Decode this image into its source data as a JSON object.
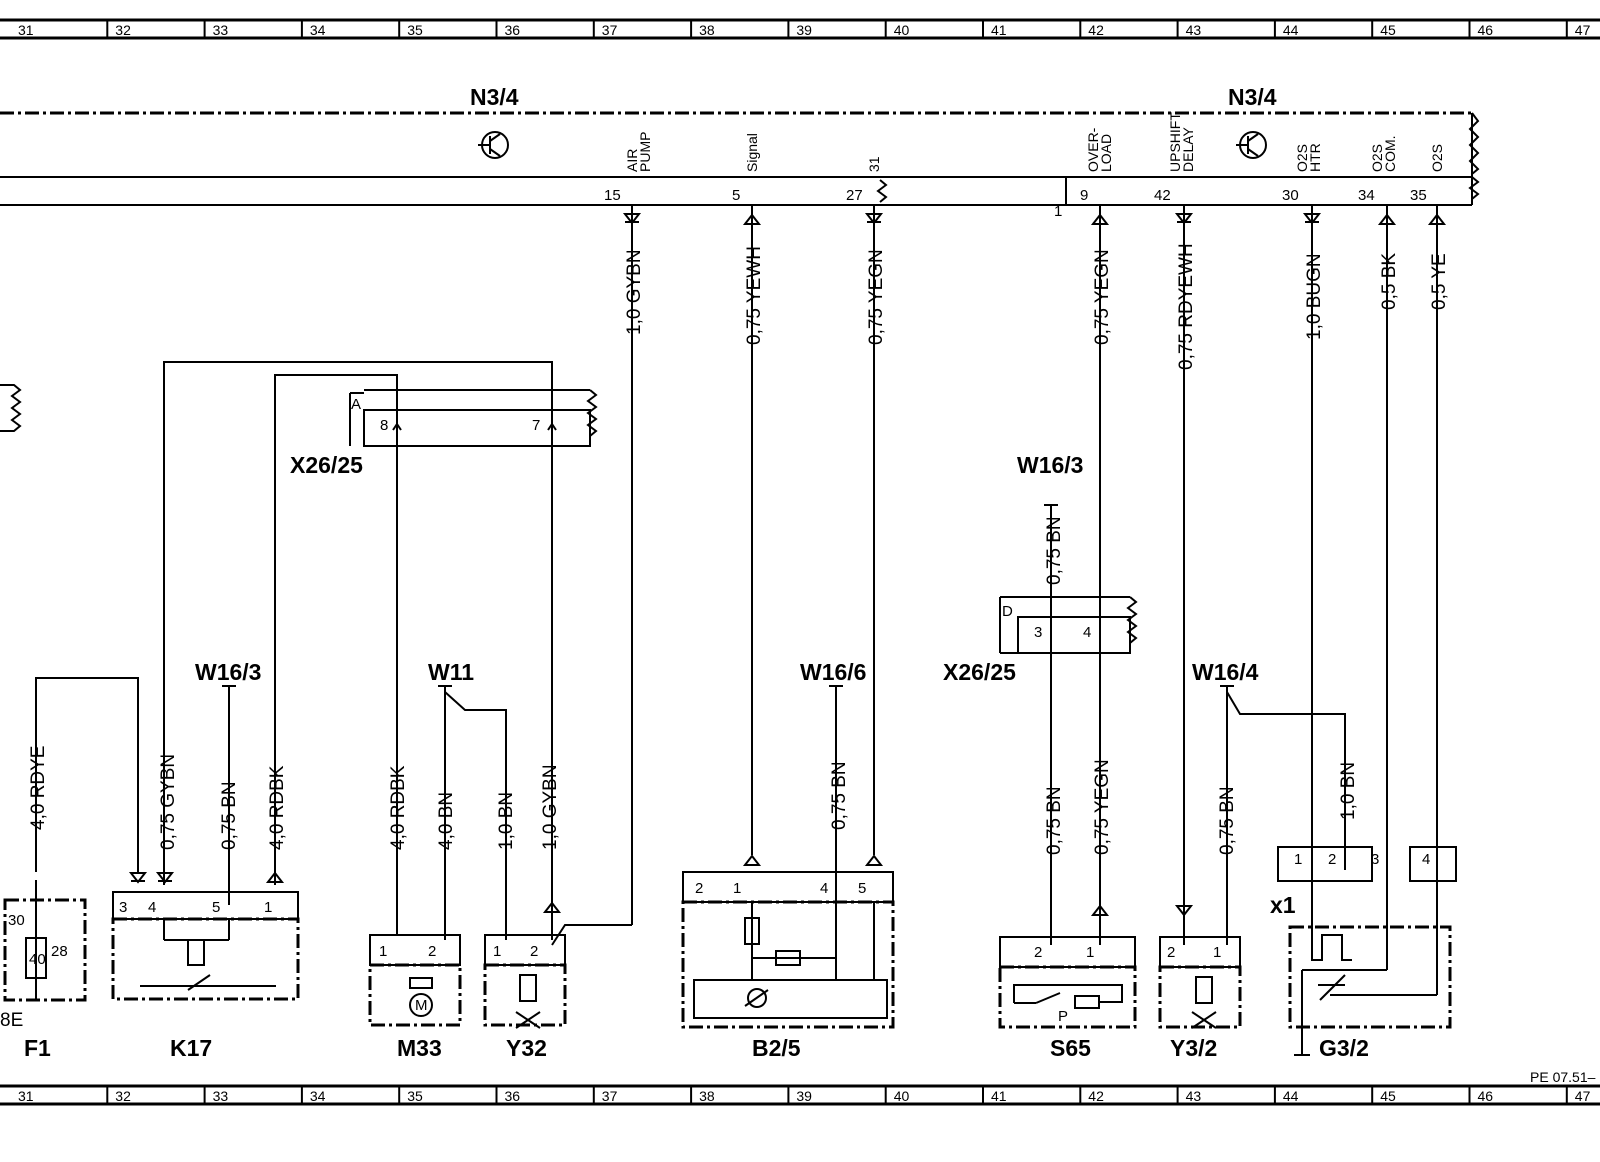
{
  "ruler": {
    "top_numbers": [
      "31",
      "32",
      "33",
      "34",
      "35",
      "36",
      "37",
      "38",
      "39",
      "40",
      "41",
      "42",
      "43",
      "44",
      "45",
      "46",
      "47"
    ],
    "bottom_numbers": [
      "31",
      "32",
      "33",
      "34",
      "35",
      "36",
      "37",
      "38",
      "39",
      "40",
      "41",
      "42",
      "43",
      "44",
      "45",
      "46",
      "47"
    ]
  },
  "control_unit": {
    "label_left": "N3/4",
    "label_right": "N3/4",
    "pin_functions": {
      "air_pump": [
        "AIR",
        "PUMP"
      ],
      "signal": "Signal",
      "ground": "31",
      "overload": [
        "OVER-",
        "LOAD"
      ],
      "upshift_delay": [
        "UPSHIFT",
        "DELAY"
      ],
      "o2s_htr": [
        "O2S",
        "HTR"
      ],
      "o2s_com": [
        "O2S",
        "COM."
      ],
      "o2s": "O2S"
    },
    "pins": {
      "p15": "15",
      "p5": "5",
      "p27": "27",
      "p1": "1",
      "p9": "9",
      "p42": "42",
      "p30": "30",
      "p34": "34",
      "p35": "35"
    }
  },
  "wires": {
    "w_air": "1,0 GYBN",
    "w_signal": "0,75 YEWH",
    "w_31": "0,75 YEGN",
    "w_overload": "0,75 YEGN",
    "w_upshift": "0,75 RDYEWH",
    "w_htr": "1,0 BUGN",
    "w_com": "0,5 BK",
    "w_o2s": "0,5 YE",
    "w_f1": "4,0 RDYE",
    "w_k17_4": "0,75 GYBN",
    "w_k17_5": "0,75 BN",
    "w_k17_1": "4,0 RDBK",
    "w_m33_1": "4,0 RDBK",
    "w_m33_2": "4,0 BN",
    "w_y32_1": "1,0 BN",
    "w_y32_2": "1,0 GYBN",
    "w_b25_4": "0,75 BN",
    "w_w163_top": "0,75 BN",
    "w_s65_2": "0,75 BN",
    "w_s65_1": "0,75 YEGN",
    "w_y32b_1": "0,75 BN",
    "w_g32_2": "1,0 BN"
  },
  "connectors": {
    "x26_25_a": "X26/25",
    "x26_25_a_tag": "A",
    "x26_25_a_pin8": "8",
    "x26_25_a_pin7": "7",
    "x26_25_d": "X26/25",
    "x26_25_d_tag": "D",
    "x26_25_d_pin3": "3",
    "x26_25_d_pin4": "4",
    "x1": "x1",
    "x1_pins": [
      "1",
      "2",
      "3",
      "4"
    ]
  },
  "grounds": {
    "w16_3_left": "W16/3",
    "w11": "W11",
    "w16_6": "W16/6",
    "w16_3_right": "W16/3",
    "w16_4": "W16/4"
  },
  "components": {
    "f1": {
      "label": "F1",
      "fuse": "40",
      "pin_a": "30",
      "pin_b": "28",
      "tag": "8E"
    },
    "k17": {
      "label": "K17",
      "pins": [
        "3",
        "4",
        "5",
        "1"
      ]
    },
    "m33": {
      "label": "M33",
      "pins": [
        "1",
        "2"
      ],
      "motor": "M"
    },
    "y32": {
      "label": "Y32",
      "pins": [
        "1",
        "2"
      ]
    },
    "b2_5": {
      "label": "B2/5",
      "pins": [
        "2",
        "1",
        "4",
        "5"
      ]
    },
    "s65": {
      "label": "S65",
      "pins": [
        "2",
        "1"
      ],
      "switch": "P"
    },
    "y3_2": {
      "label": "Y3/2",
      "pins": [
        "2",
        "1"
      ]
    },
    "g3_2": {
      "label": "G3/2"
    }
  },
  "footer_code": "PE 07.51–"
}
